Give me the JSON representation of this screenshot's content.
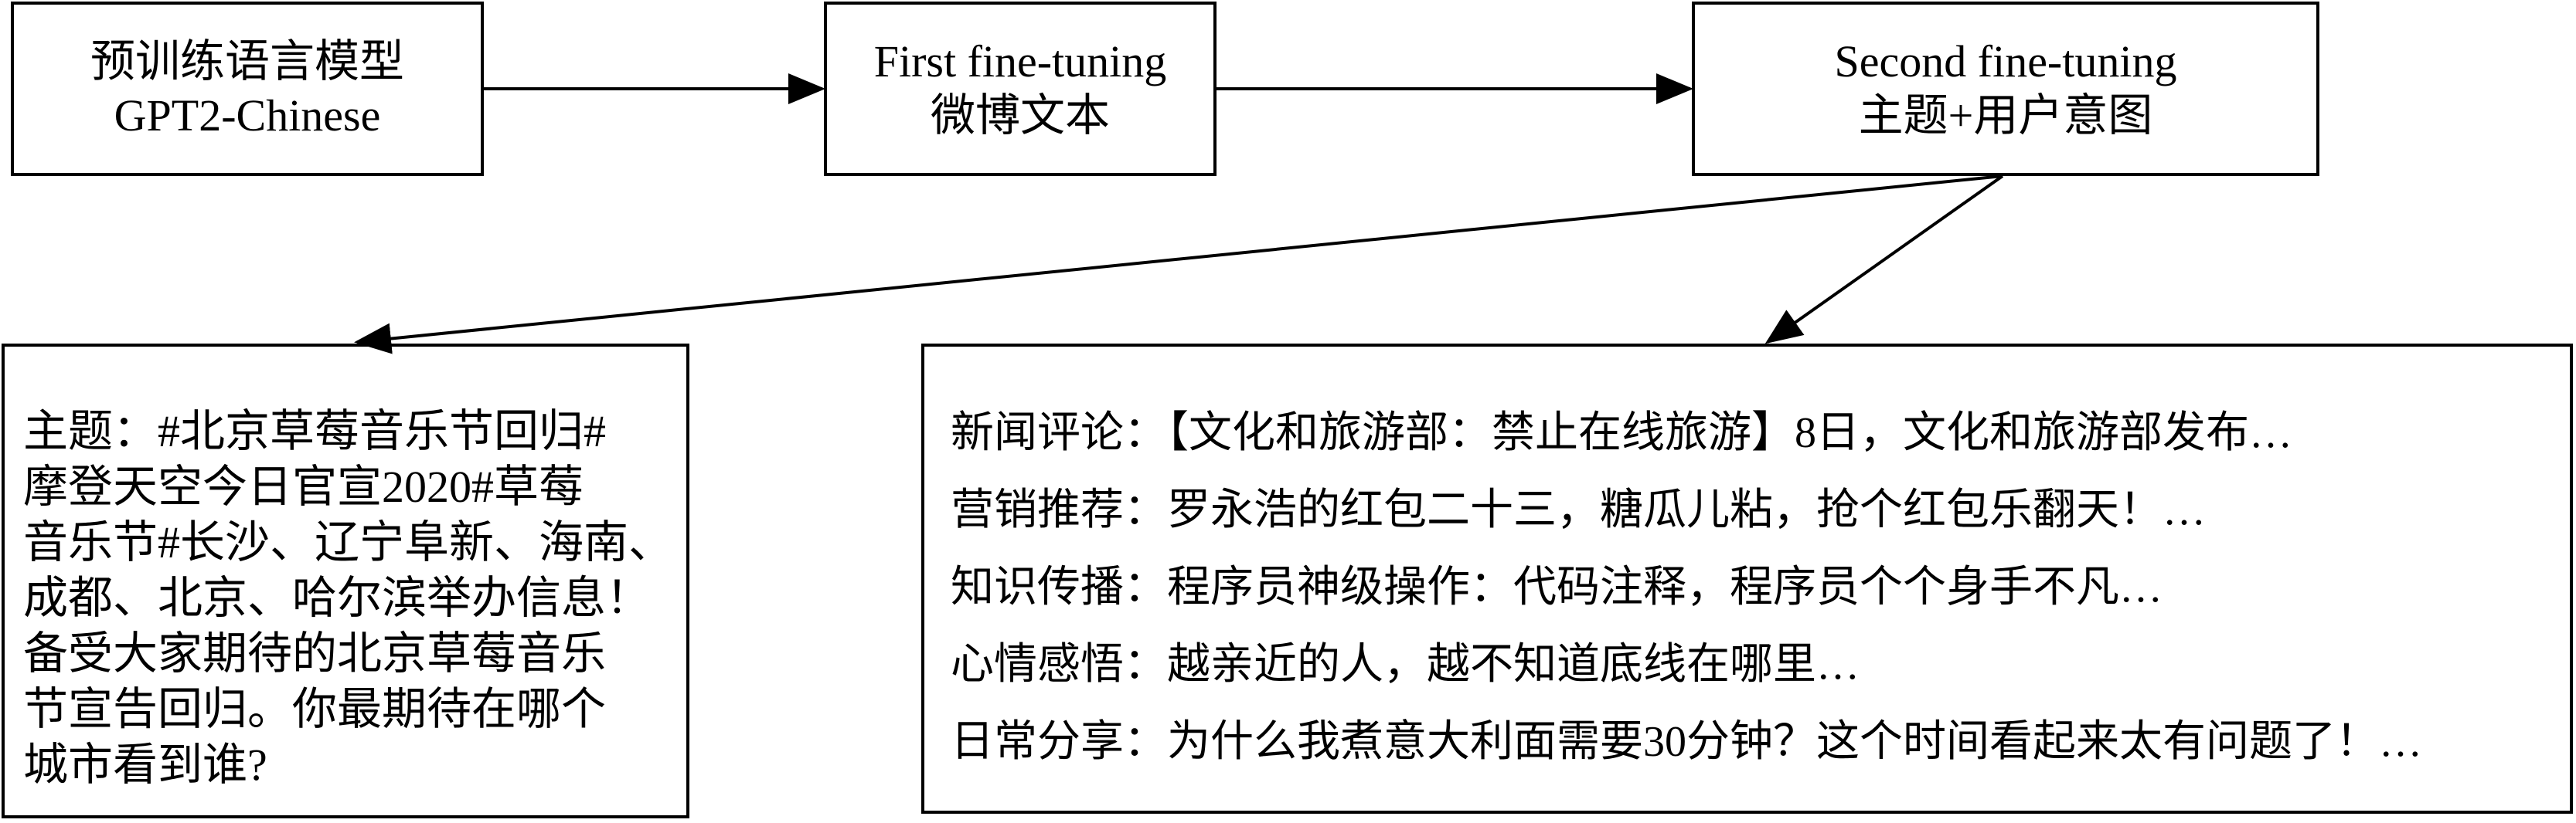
{
  "nodes": {
    "pretrained": {
      "line1": "预训练语言模型",
      "line2": "GPT2-Chinese"
    },
    "first_finetune": {
      "line1": "First fine-tuning",
      "line2": "微博文本"
    },
    "second_finetune": {
      "line1": "Second fine-tuning",
      "line2": "主题+用户意图"
    },
    "topic_example": {
      "lines": [
        "主题：#北京草莓音乐节回归#",
        "摩登天空今日官宣2020#草莓",
        "音乐节#长沙、辽宁阜新、海南、",
        "成都、北京、哈尔滨举办信息！",
        "备受大家期待的北京草莓音乐",
        "节宣告回归。你最期待在哪个",
        "城市看到谁?"
      ]
    },
    "intent_examples": {
      "lines": [
        "新闻评论：【文化和旅游部：禁止在线旅游】8日，文化和旅游部发布…",
        "营销推荐：罗永浩的红包二十三，糖瓜儿粘，抢个红包乐翻天！…",
        "知识传播：程序员神级操作：代码注释，程序员个个身手不凡…",
        "心情感悟：越亲近的人，越不知道底线在哪里…",
        "日常分享：为什么我煮意大利面需要30分钟？这个时间看起来太有问题了！…"
      ]
    }
  },
  "edges": [
    {
      "from": "pretrained",
      "to": "first_finetune"
    },
    {
      "from": "first_finetune",
      "to": "second_finetune"
    },
    {
      "from": "second_finetune",
      "to": "topic_example"
    },
    {
      "from": "second_finetune",
      "to": "intent_examples"
    }
  ]
}
